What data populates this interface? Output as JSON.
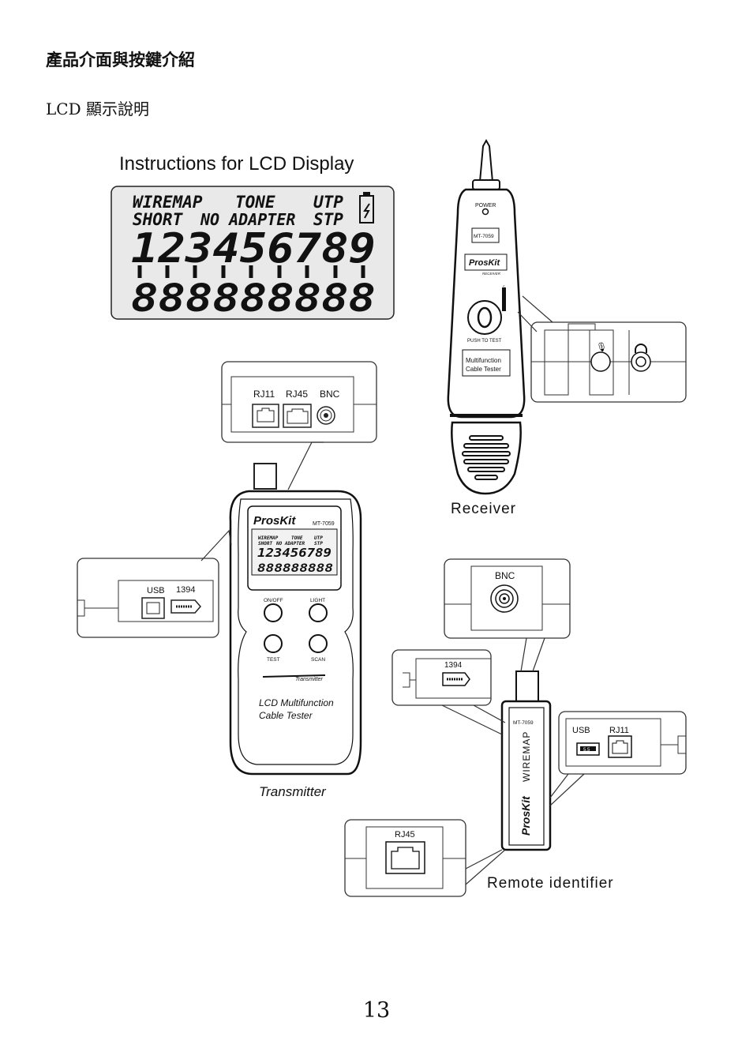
{
  "page": {
    "heading": "產品介面與按鍵介紹",
    "subheading": "LCD 顯示說明",
    "page_number": "13"
  },
  "lcd": {
    "title": "Instructions for LCD Display",
    "words": [
      "WIREMAP",
      "TONE",
      "UTP",
      "SHORT",
      "NO ADAPTER",
      "STP"
    ],
    "digits": "123456789",
    "segments": "888888888"
  },
  "transmitter": {
    "caption": "Transmitter",
    "brand": "ProsKit",
    "model": "MT-7059",
    "mini_lcd": [
      "WIREMAP",
      "TONE",
      "UTP",
      "SHORT",
      "NO ADAPTER",
      "STP",
      "123456789",
      "888888888"
    ],
    "buttons": [
      "ON/OFF",
      "LIGHT",
      "TEST",
      "SCAN"
    ],
    "strip_label": "Transmitter",
    "product_line1": "LCD Multifunction",
    "product_line2": "Cable Tester",
    "top_ports": [
      "RJ11",
      "RJ45",
      "BNC"
    ],
    "side_ports": [
      "USB",
      "1394"
    ]
  },
  "receiver": {
    "caption": "Receiver",
    "power": "POWER",
    "model": "MT-7059",
    "brand": "ProsKit",
    "sub": "RECEIVER",
    "vol": "VOL",
    "push": "PUSH TO TEST",
    "desc1": "Multifunction",
    "desc2": "Cable Tester"
  },
  "remote": {
    "caption": "Remote identifier",
    "model": "MT-7059",
    "vertical_label": "WIREMAP",
    "brand": "ProsKit",
    "bnc_label": "BNC",
    "port_1394": "1394",
    "usb": "USB",
    "rj11": "RJ11",
    "usb_icon": "5.5",
    "rj45": "RJ45"
  }
}
